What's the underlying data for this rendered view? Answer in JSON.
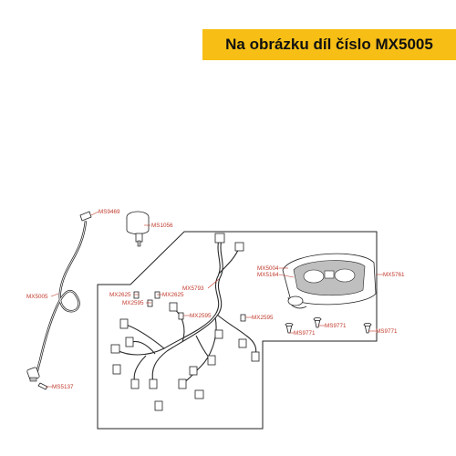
{
  "banner": {
    "text": "Na obrázku díl číslo MX5005",
    "background": "#f7bf16"
  },
  "label_color": "#c0392b",
  "labels": [
    {
      "id": "ms9469",
      "text": "MS9469"
    },
    {
      "id": "ms1056",
      "text": "MS1056"
    },
    {
      "id": "mx5793",
      "text": "MX5793"
    },
    {
      "id": "mx5004",
      "text": "MX5004"
    },
    {
      "id": "mx5164",
      "text": "MX5164"
    },
    {
      "id": "mx5761",
      "text": "MX5761"
    },
    {
      "id": "mx5005",
      "text": "MX5005"
    },
    {
      "id": "mx2625a",
      "text": "MX2625"
    },
    {
      "id": "mx2625b",
      "text": "MX2625"
    },
    {
      "id": "mx2595a",
      "text": "MX2595"
    },
    {
      "id": "mx2595b",
      "text": "MX2595"
    },
    {
      "id": "mx2595c",
      "text": "MX2595"
    },
    {
      "id": "ms9771a",
      "text": "MS9771"
    },
    {
      "id": "ms9771b",
      "text": "MS9771"
    },
    {
      "id": "ms9771c",
      "text": "MS9771"
    },
    {
      "id": "ms5137",
      "text": "MS5137"
    }
  ]
}
